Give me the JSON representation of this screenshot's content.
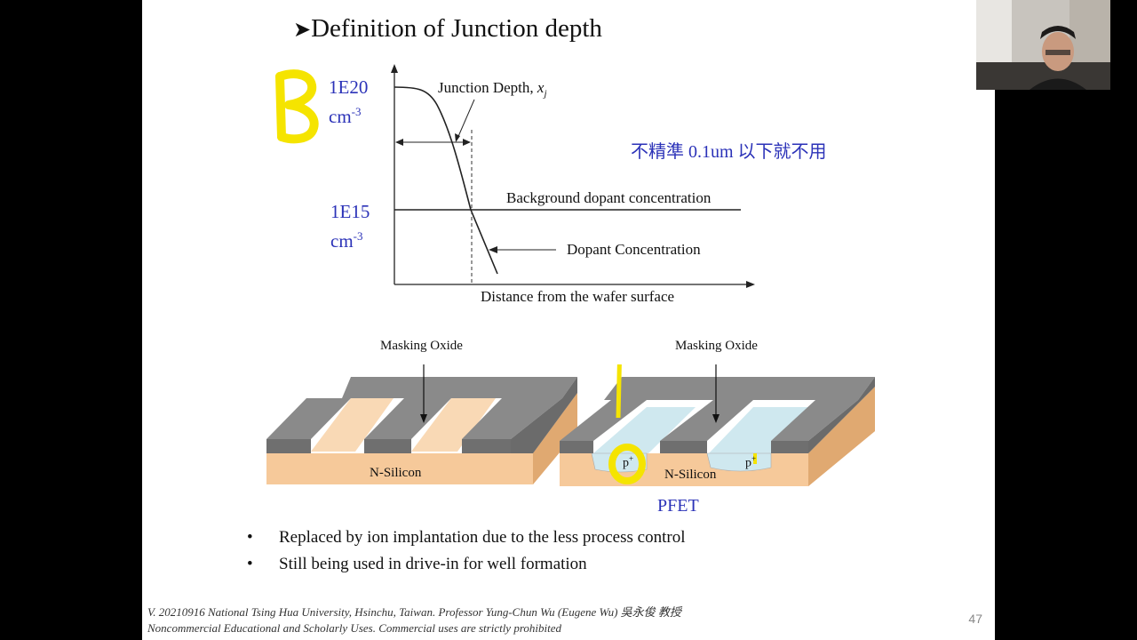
{
  "slide": {
    "title": "Definition of Junction depth",
    "title_bullet_icon": "arrow-bullet-icon",
    "high_conc_value": "1E20",
    "high_conc_unit": "cm",
    "high_conc_exp": "-3",
    "low_conc_value": "1E15",
    "low_conc_unit": "cm",
    "low_conc_exp": "-3",
    "junction_depth_label": "Junction Depth, ",
    "junction_depth_symbol": "x",
    "junction_depth_subscript": "j",
    "background_label": "Background dopant concentration",
    "dopant_label": "Dopant Concentration",
    "x_axis_label": "Distance from the wafer surface",
    "chinese_note": "不精準 0.1um 以下就不用",
    "masking_oxide_left": "Masking Oxide",
    "masking_oxide_right": "Masking Oxide",
    "n_silicon_left": "N-Silicon",
    "n_silicon_right": "N-Silicon",
    "p_plus_1": "p",
    "p_plus_2": "p",
    "p_plus_sup": "+",
    "pfet_label": "PFET",
    "bullets": [
      "Replaced by ion implantation due to the less process control",
      "Still being used in drive-in for well formation"
    ],
    "bullet_char": "•",
    "footer_line1": "V. 20210916 National Tsing Hua University, Hsinchu, Taiwan. Professor Yung-Chun Wu (Eugene Wu) 吳永俊 教授",
    "footer_line2": "Noncommercial Educational and Scholarly Uses. Commercial uses are strictly prohibited",
    "page_number": "47"
  },
  "annotations": {
    "yellow_handwriting": "handwritten-3-mark",
    "color_yellow": "#f5e400"
  },
  "colors": {
    "text_blue": "#2b32b8",
    "oxide_gray": "#7b7b7b",
    "silicon_tan": "#f6c99a",
    "implant_blue": "#cfe8ef"
  },
  "webcam": {
    "icon": "webcam-presenter-video"
  }
}
